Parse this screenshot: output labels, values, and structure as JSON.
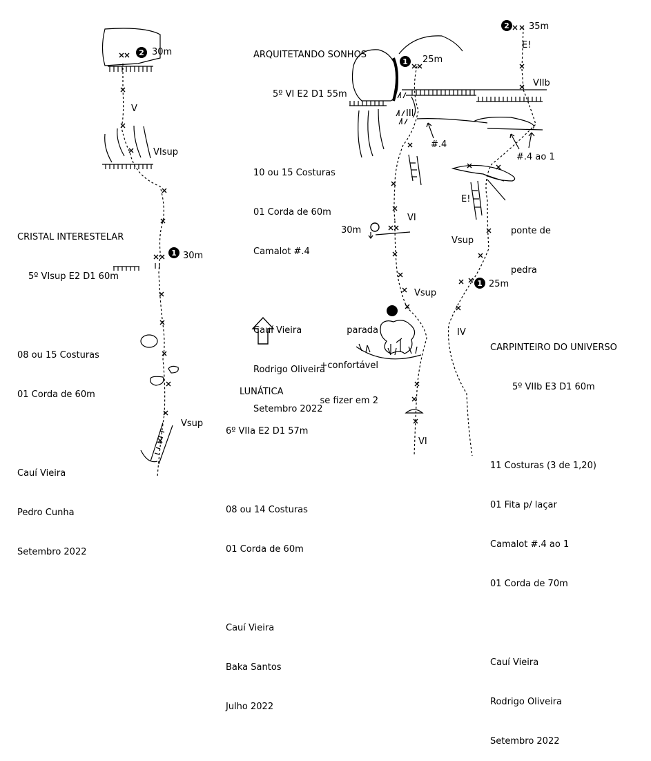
{
  "routes": {
    "cristal": {
      "name": "CRISTAL INTERESTELAR",
      "grade": "5º VIsup E2 D1 60m",
      "gear": [
        "08 ou 15 Costuras",
        "01 Corda de 60m"
      ],
      "people": [
        "Cauí Vieira",
        "Pedro Cunha"
      ],
      "date": "Setembro 2022"
    },
    "arquitetando": {
      "name": "ARQUITETANDO SONHOS",
      "grade": "5º VI E2 D1 55m",
      "gear": [
        "10 ou 15 Costuras",
        "01 Corda de 60m",
        "Camalot #.4"
      ],
      "people": [
        "Cauí Vieira",
        "Rodrigo Oliveira"
      ],
      "date": "Setembro 2022"
    },
    "lunatica": {
      "name": "LUNÁTICA",
      "grade": "6º VIIa E2 D1 57m",
      "gear": [
        "08 ou 14 Costuras",
        "01 Corda de 60m"
      ],
      "people": [
        "Cauí Vieira",
        "Baka Santos"
      ],
      "date": "Julho 2022"
    },
    "carpinteiro": {
      "name": "CARPINTEIRO DO UNIVERSO",
      "grade": "5º VIIb E3 D1 60m",
      "gear": [
        "11 Costuras (3 de 1,20)",
        "01 Fita p/ laçar",
        "Camalot #.4 ao 1",
        "01 Corda de 70m"
      ],
      "people": [
        "Cauí Vieira",
        "Rodrigo Oliveira"
      ],
      "date": "Setembro 2022"
    }
  },
  "topo_labels": {
    "cristal_anchor2_length": "30m",
    "cristal_anchor1_length": "30m",
    "cristal_grade_v": "V",
    "cristal_grade_visup": "VIsup",
    "cristal_grade_vsup": "Vsup",
    "arq_anchor1_length": "25m",
    "arq_grade_iii": "III",
    "arq_cam_size": "#.4",
    "lun_anchor_length": "30m",
    "lun_grade_vi_top": "VI",
    "lun_grade_vsup": "Vsup",
    "lun_grade_vi_bottom": "VI",
    "lun_stop_note": [
      "parada",
      "+confortável",
      "se fizer em 2"
    ],
    "carp_anchor2_length": "35m",
    "carp_e_top": "E!",
    "carp_grade_viib": "VIIb",
    "carp_cam_sizes": "#.4 ao 1",
    "carp_bridge": [
      "ponte de",
      "pedra"
    ],
    "carp_e_mid": "E!",
    "carp_grade_vsup": "Vsup",
    "carp_anchor1_length": "25m",
    "carp_grade_iv": "IV",
    "anchor_numbers": [
      "1",
      "2"
    ]
  },
  "colors": {
    "ink": "#000000",
    "paper": "#ffffff"
  },
  "icons": [
    "up-arrow-icon",
    "anchor-circle-icon",
    "rappel-ring-icon",
    "bolt-icon"
  ]
}
